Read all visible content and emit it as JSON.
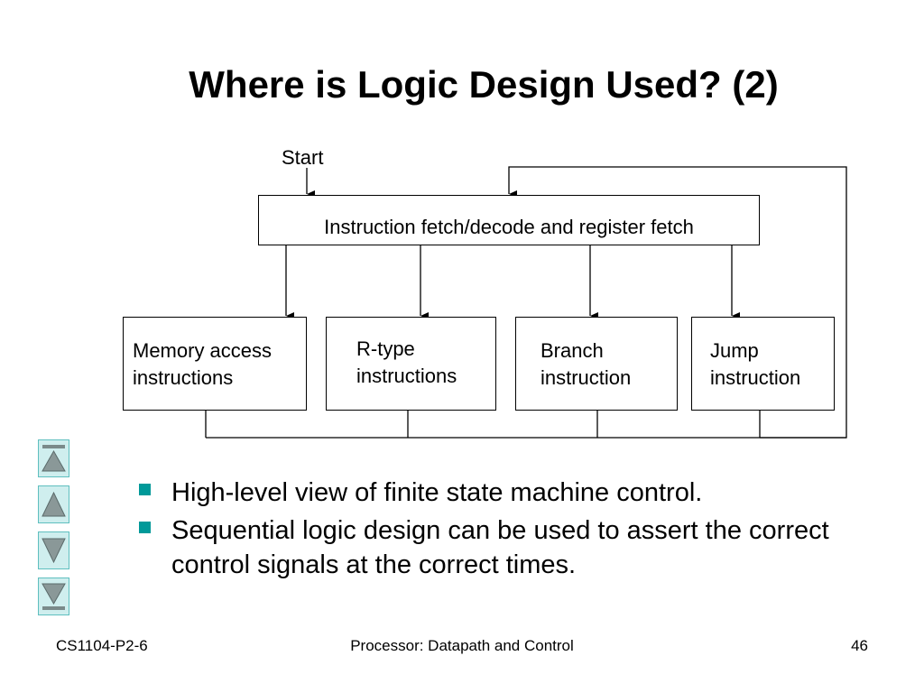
{
  "slide": {
    "title": "Where is Logic Design Used? (2)"
  },
  "diagram": {
    "start_label": "Start",
    "fetch_box": "Instruction fetch/decode and register fetch",
    "branches": [
      {
        "line1": "Memory access",
        "line2": "instructions"
      },
      {
        "line1": "R-type",
        "line2": "instructions"
      },
      {
        "line1": "Branch",
        "line2": "instruction"
      },
      {
        "line1": "Jump",
        "line2": "instruction"
      }
    ]
  },
  "bullets": [
    "High-level view of finite state machine control.",
    "Sequential logic design can be used to assert the correct control signals at the correct times."
  ],
  "nav": [
    "first-slide-icon",
    "previous-slide-icon",
    "next-slide-icon",
    "last-slide-icon"
  ],
  "colors": {
    "bullet": "#009999",
    "nav_fill": "#cfeeee",
    "nav_border": "#5fbfbf"
  },
  "footer": {
    "left": "CS1104-P2-6",
    "center": "Processor: Datapath and Control",
    "right": "46"
  }
}
